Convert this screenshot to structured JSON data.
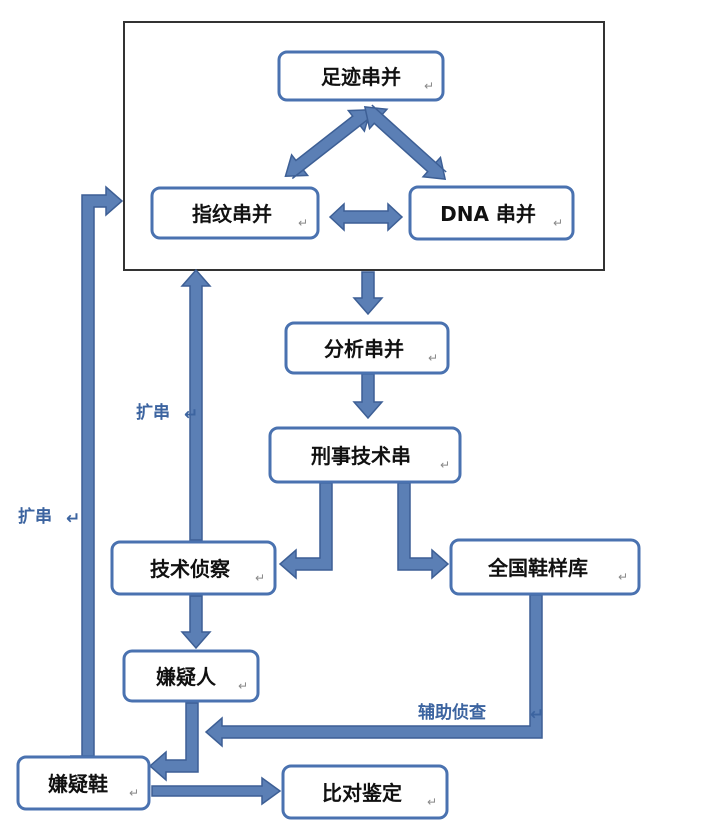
{
  "colors": {
    "accent": "#5b7fb5",
    "border": "#4a72b0",
    "label": "#3c64a0"
  },
  "paragraph_mark": "↵",
  "nodes": {
    "footprint": "足迹串并",
    "fingerprint": "指纹串并",
    "dna": "DNA 串并",
    "analysis": "分析串并",
    "forensic": "刑事技术串",
    "tech_invest": "技术侦察",
    "shoe_db": "全国鞋样库",
    "suspect": "嫌疑人",
    "suspect_shoe": "嫌疑鞋",
    "comparison": "比对鉴定"
  },
  "edge_labels": {
    "expand_inner": "扩串",
    "expand_outer": "扩串",
    "assist": "辅助侦查"
  }
}
